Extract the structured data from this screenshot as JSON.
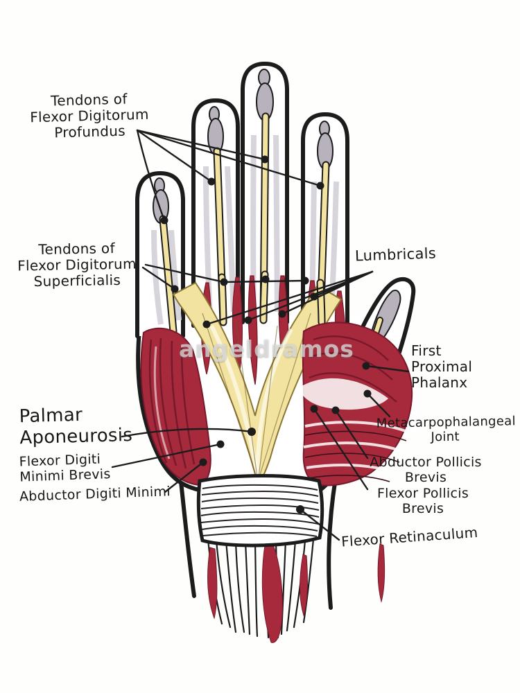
{
  "figure": "hand-palmar-muscle-anatomy",
  "watermark": "angeldramos",
  "labels": {
    "tendons_flexor_digitorum_profundus": "Tendons of\nFlexor Digitorum\nProfundus",
    "tendons_flexor_digitorum_superficialis": "Tendons of\nFlexor Digitorum\nSuperficialis",
    "lumbricals": "Lumbricals",
    "palmar_aponeurosis": "Palmar\nAponeurosis",
    "flexor_digiti_minimi_brevis": "Flexor Digiti\nMinimi Brevis",
    "abductor_digiti_minimi": "Abductor Digiti Minimi",
    "first_proximal_phalanx": "First\nProximal\nPhalanx",
    "metacarpophalangeal_joint": "Metacarpophalangeal\nJoint",
    "abductor_pollicis_brevis": "Abductor Pollicis\nBrevis",
    "flexor_pollicis_brevis": "Flexor Pollicis\nBrevis",
    "flexor_retinaculum": "Flexor Retinaculum"
  },
  "colors": {
    "ink": "#1c1c1c",
    "tendon_yellow": "#f3e3a1",
    "muscle_red": "#a62a3c",
    "muscle_red_dark": "#76192a",
    "bone_gray": "#b7b2bb",
    "sheath_gray": "#d8d4dc",
    "paper": "#fefefd"
  }
}
